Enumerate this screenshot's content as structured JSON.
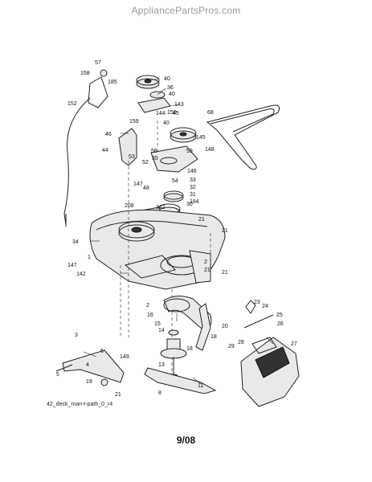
{
  "watermark": "AppliancePartsPros.com",
  "drawing_code": "42_deck_man-t-path_0_r4",
  "date_code": "9/08",
  "part_labels": [
    "57",
    "158",
    "185",
    "40",
    "36",
    "40",
    "143",
    "45",
    "68",
    "152",
    "144",
    "150",
    "159",
    "40",
    "145",
    "46",
    "44",
    "56",
    "59",
    "148",
    "55",
    "146",
    "53",
    "52",
    "54",
    "33",
    "147",
    "48",
    "32",
    "31",
    "184",
    "208",
    "142",
    "30",
    "21",
    "21",
    "34",
    "1",
    "147",
    "2",
    "21",
    "142",
    "21",
    "2",
    "23",
    "24",
    "25",
    "26",
    "16",
    "27",
    "15",
    "20",
    "28",
    "29",
    "18",
    "14",
    "18",
    "3",
    "6",
    "149",
    "4",
    "5",
    "13",
    "19",
    "11",
    "21",
    "8"
  ]
}
